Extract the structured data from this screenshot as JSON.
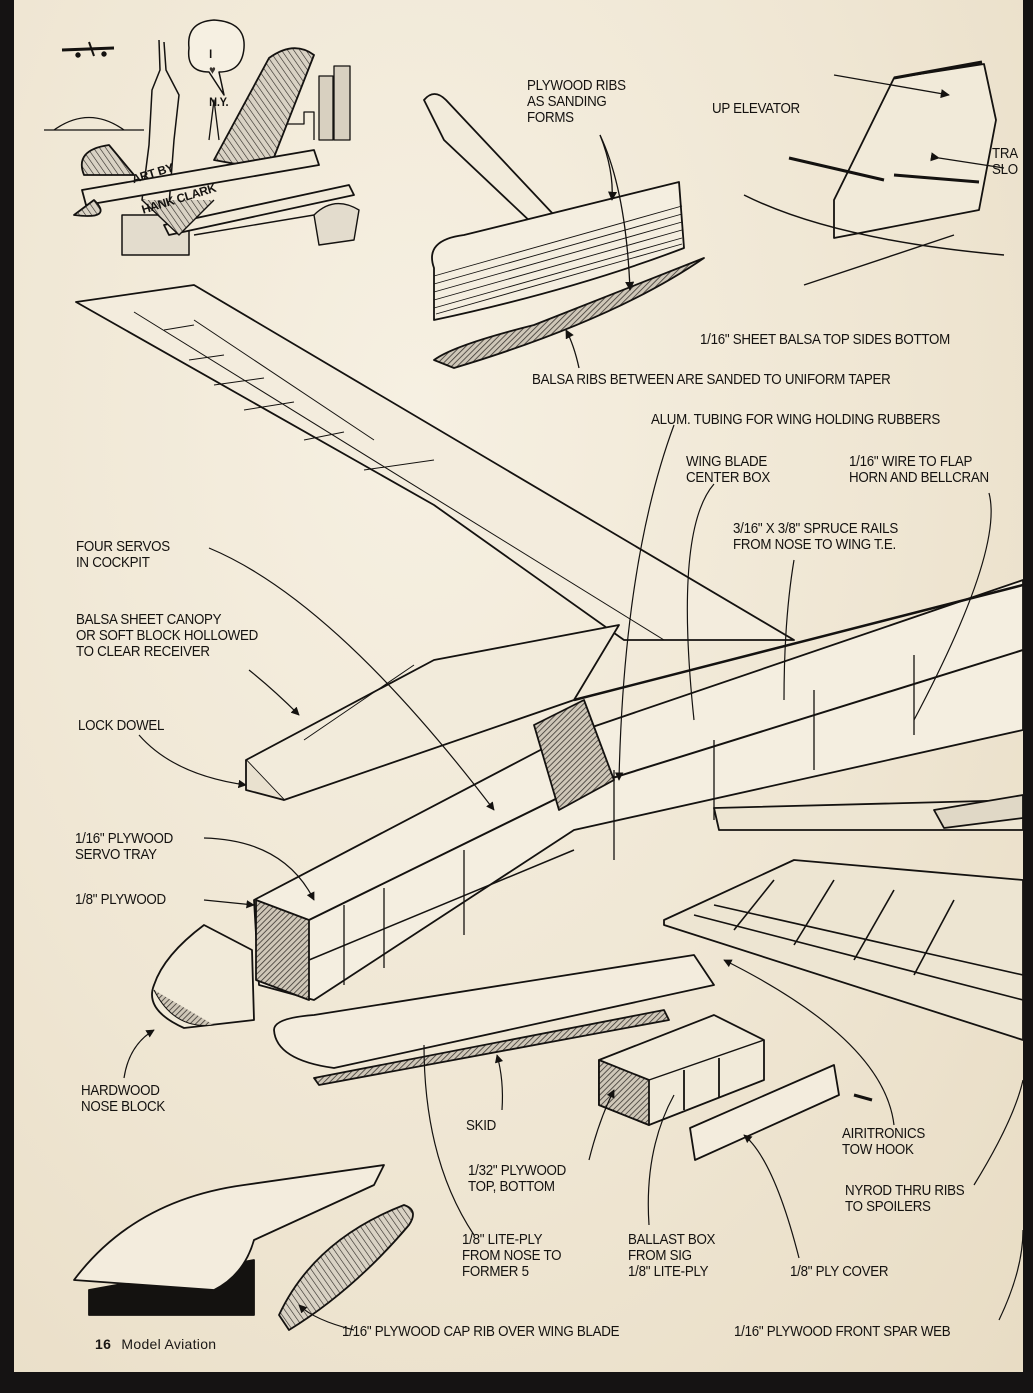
{
  "publication": {
    "page_number": "16",
    "title": "Model Aviation"
  },
  "cartoon": {
    "speech_bubble_line1": "I",
    "speech_bubble_heart": "heart-icon",
    "speech_bubble_line2": "N.Y.",
    "credit_line1": "ART BY",
    "credit_line2": "HANK CLARK"
  },
  "callouts": {
    "plywood_ribs": "PLYWOOD RIBS\nAS SANDING\nFORMS",
    "up_elevator": "UP ELEVATOR",
    "tray_slot": "TRA\nSLO",
    "sheet_balsa": "1/16\" SHEET BALSA TOP SIDES BOTTOM",
    "balsa_ribs": "BALSA RIBS BETWEEN ARE SANDED TO UNIFORM TAPER",
    "alum_tubing": "ALUM. TUBING FOR WING HOLDING RUBBERS",
    "wing_blade_center_box": "WING BLADE\nCENTER BOX",
    "wire_to_flap": "1/16\" WIRE TO FLAP\nHORN AND BELLCRAN",
    "spruce_rails": "3/16\" X 3/8\" SPRUCE RAILS\nFROM NOSE TO WING T.E.",
    "four_servos": "FOUR SERVOS\nIN COCKPIT",
    "balsa_canopy": "BALSA SHEET CANOPY\nOR SOFT BLOCK HOLLOWED\nTO CLEAR RECEIVER",
    "lock_dowel": "LOCK DOWEL",
    "servo_tray": "1/16\" PLYWOOD\nSERVO TRAY",
    "eighth_plywood": "1/8\" PLYWOOD",
    "nose_block": "HARDWOOD\nNOSE BLOCK",
    "skid": "SKID",
    "ply_top_bottom": "1/32\" PLYWOOD\nTOP, BOTTOM",
    "tow_hook": "AIRITRONICS\nTOW HOOK",
    "nyrod": "NYROD THRU RIBS\nTO SPOILERS",
    "lite_ply": "1/8\" LITE-PLY\nFROM NOSE TO\nFORMER 5",
    "ballast_box": "BALLAST BOX\nFROM SIG\n1/8\" LITE-PLY",
    "ply_cover": "1/8\" PLY COVER",
    "cap_rib": "1/16\" PLYWOOD CAP RIB OVER WING BLADE",
    "front_spar_web": "1/16\" PLYWOOD FRONT SPAR WEB"
  },
  "colors": {
    "paper": "#efe6d3",
    "ink": "#141210",
    "frame": "#151313",
    "hatch": "#8a8378"
  }
}
